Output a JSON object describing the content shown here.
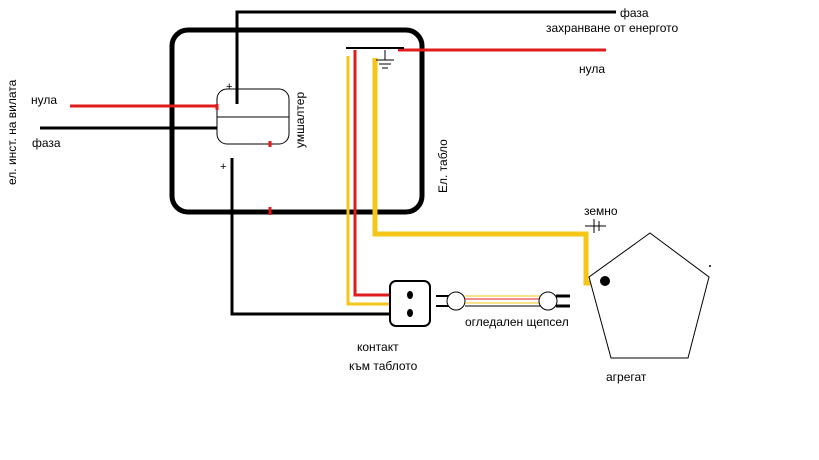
{
  "labels": {
    "phase_top": "фаза",
    "utility_supply": "захранване от енергото",
    "neutral_right": "нула",
    "neutral_left": "нула",
    "phase_left": "фаза",
    "villa_installation": "ел. инст. на вилата",
    "switch": "умшалтер",
    "panel": "Ел. табло",
    "ground": "земно",
    "socket_line1": "контакт",
    "socket_line2": "към таблото",
    "mirror_plug": "огледален щепсел",
    "generator": "агрегат",
    "plus_top": "+",
    "plus_bottom": "+"
  },
  "colors": {
    "phase_wire": "#000000",
    "neutral_wire": "#e01b1b",
    "generator_wire": "#f5c518",
    "background": "#ffffff"
  },
  "icons": {
    "ground_symbol": "ground-icon",
    "generator_shape": "pentagon"
  }
}
